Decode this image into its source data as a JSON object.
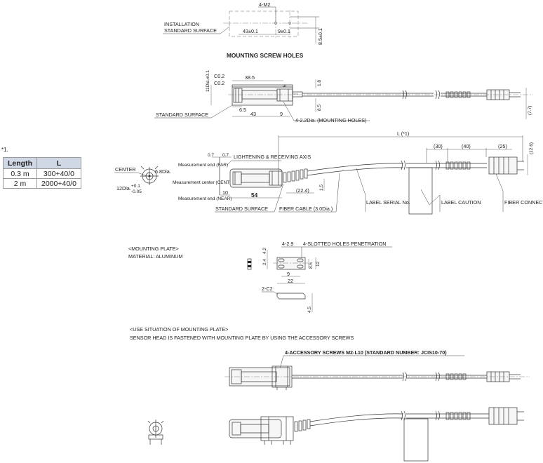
{
  "top_view": {
    "installation": "INSTALLATION",
    "standard_surface": "STANDARD SURFACE",
    "screw": "4-M2",
    "dim_43": "43±0.1",
    "dim_9": "9±0.1",
    "dim_85": "8.5±0.1",
    "title": "MOUNTING SCREW HOLES"
  },
  "side_view": {
    "dia11": "11Dia.±0.1",
    "c02a": "C0.2",
    "c02b": "C0.2",
    "d385": "38.5",
    "d5": "5",
    "d18": "1.8",
    "d65": "6.5",
    "d43": "43",
    "d9": "9",
    "d85": "8.5",
    "d77": "(7.7)",
    "standard_surface": "STANDARD SURFACE",
    "holes": "4-2.2Dia. (MOUNTING HOLES)"
  },
  "front_view": {
    "note": "*1.",
    "table": {
      "headers": [
        "Length",
        "L"
      ],
      "rows": [
        [
          "0.3 m",
          "300+40/0"
        ],
        [
          "2 m",
          "2000+40/0"
        ]
      ]
    },
    "center": "CENTER",
    "dia68": "6.8Dia.",
    "dia12": "12Dia.",
    "tol_plus": "+0.1",
    "tol_minus": "-0.05",
    "d07a": "0.7",
    "d07b": "0.7",
    "far": "Measurement end (FAR)",
    "cen": "Measurement center (CENTER)",
    "near": "Measurement end (NEAR)",
    "axis": "LIGHTENING & RECEIVING AXIS",
    "L": "L (*1)",
    "d30": "(30)",
    "d40": "(40)",
    "d25": "(25)",
    "d126": "(12.6)",
    "d10": "10",
    "d54": "54",
    "d224": "(22.4)",
    "d15": "1.5",
    "standard_surface": "STANDARD SURFACE",
    "fiber_cable": "FIBER CABLE (3.0Dia.)",
    "label_serial": "LABEL SERIAL No.",
    "label_caution": "LABEL CAUTION",
    "fiber_connector": "FIBER CONNECTOR"
  },
  "mounting_plate": {
    "title": "<MOUNTING PLATE>",
    "material": "MATERIAL: ALUMINUM",
    "d42": "4.2",
    "d24": "2.4",
    "d429": "4-2.9",
    "slotted": "4-SLOTTED HOLES PENETRATION",
    "d85": "8.5",
    "d12": "12",
    "d9": "9",
    "d22": "22",
    "c2": "2-C2",
    "d45": "4.5"
  },
  "use": {
    "title": "<USE SITUATION OF MOUNTING PLATE>",
    "desc": "SENSOR HEAD IS FASTENED WITH MOUNTING PLATE BY USING THE ACCESSORY SCREWS",
    "screws": "4-ACCESSORY SCREWS M2-L10 (STANDARD NUMBER: JCIS10-70)"
  }
}
